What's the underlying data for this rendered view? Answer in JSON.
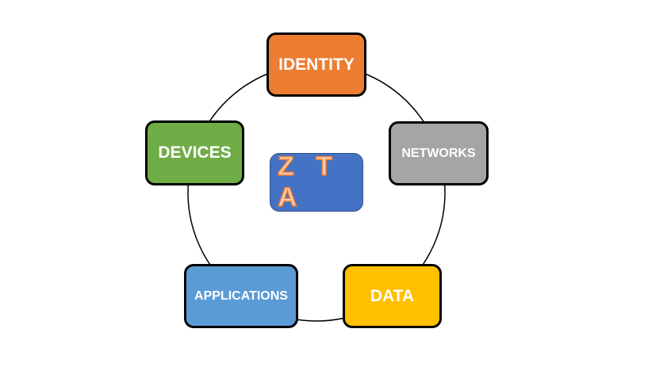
{
  "center": {
    "label": "Z T A",
    "color": "#4472C4"
  },
  "nodes": [
    {
      "label": "IDENTITY",
      "color": "#ED7D31"
    },
    {
      "label": "NETWORKS",
      "color": "#A5A5A5"
    },
    {
      "label": "DATA",
      "color": "#FFC000"
    },
    {
      "label": "APPLICATIONS",
      "color": "#5B9BD5"
    },
    {
      "label": "DEVICES",
      "color": "#70AD47"
    }
  ]
}
